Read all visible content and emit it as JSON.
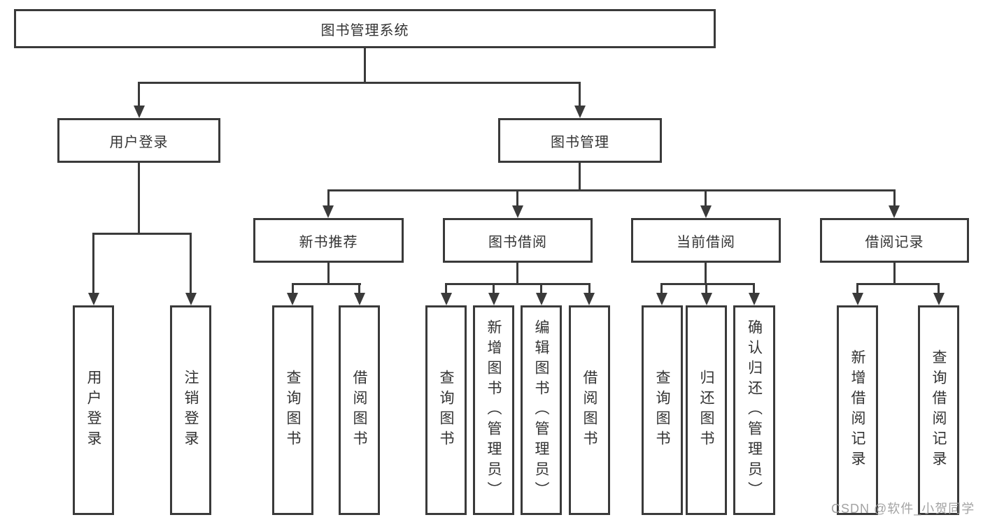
{
  "colors": {
    "line": "#3a3a3a",
    "text": "#333333",
    "watermark": "#9e9e9e"
  },
  "tree": {
    "root": {
      "label": "图书管理系统",
      "children": [
        {
          "label": "用户登录",
          "children": [
            {
              "label": "用户登录"
            },
            {
              "label": "注销登录"
            }
          ]
        },
        {
          "label": "图书管理",
          "children": [
            {
              "label": "新书推荐",
              "children": [
                {
                  "label": "查询图书"
                },
                {
                  "label": "借阅图书"
                }
              ]
            },
            {
              "label": "图书借阅",
              "children": [
                {
                  "label": "查询图书"
                },
                {
                  "label": "新增图书（管理员）"
                },
                {
                  "label": "编辑图书（管理员）"
                },
                {
                  "label": "借阅图书"
                }
              ]
            },
            {
              "label": "当前借阅",
              "children": [
                {
                  "label": "查询图书"
                },
                {
                  "label": "归还图书"
                },
                {
                  "label": "确认归还（管理员）"
                }
              ]
            },
            {
              "label": "借阅记录",
              "children": [
                {
                  "label": "新增借阅记录"
                },
                {
                  "label": "查询借阅记录"
                }
              ]
            }
          ]
        }
      ]
    }
  },
  "watermark": "CSDN @软件_小贺同学"
}
